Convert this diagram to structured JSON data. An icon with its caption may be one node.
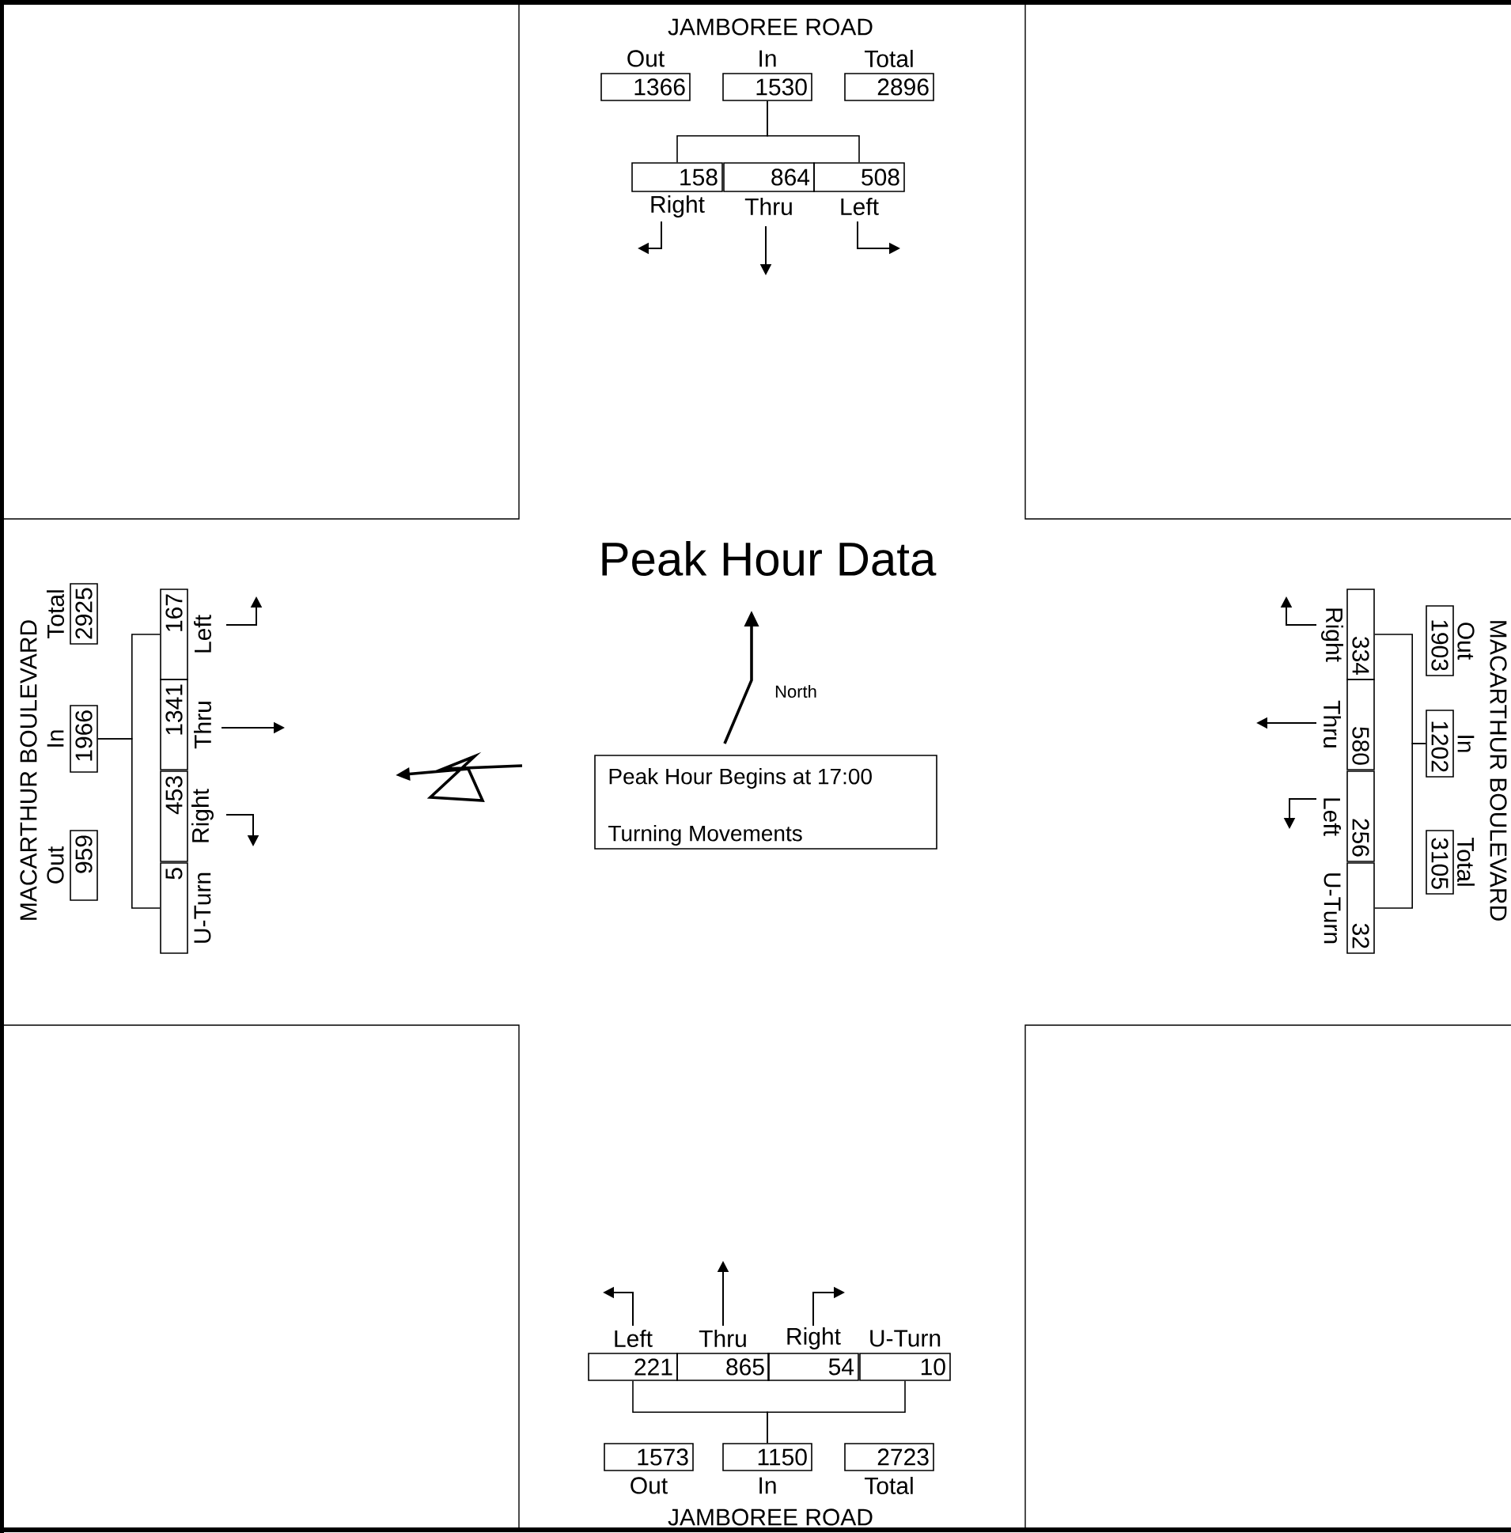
{
  "diagram": {
    "title": "Peak Hour Data",
    "nodes": [
      {
        "text": [
          "Peak Hour Begins at 17:00",
          "Turning Movements"
        ]
      },
      {
        "text": [
          "Out",
          "1366"
        ]
      },
      {
        "text": [
          "In",
          "1530"
        ]
      },
      {
        "text": [
          "Total",
          "2896"
        ]
      },
      {
        "text": [
          "158",
          "Right"
        ]
      },
      {
        "text": [
          "864",
          "Thru"
        ]
      },
      {
        "text": [
          "508",
          "Left"
        ]
      },
      {
        "text": [
          "Out",
          "959"
        ]
      },
      {
        "text": [
          "In",
          "1966"
        ]
      },
      {
        "text": [
          "Total",
          "2925"
        ]
      },
      {
        "text": [
          "U-Turn",
          "5"
        ]
      },
      {
        "text": [
          "Right",
          "453"
        ]
      },
      {
        "text": [
          "Thru",
          "1341"
        ]
      },
      {
        "text": [
          "Left",
          "167"
        ]
      },
      {
        "text": [
          "Out",
          "1903"
        ]
      },
      {
        "text": [
          "In",
          "1202"
        ]
      },
      {
        "text": [
          "Total",
          "3105"
        ]
      },
      {
        "text": [
          "Right",
          "334"
        ]
      },
      {
        "text": [
          "Thru",
          "580"
        ]
      },
      {
        "text": [
          "Left",
          "256"
        ]
      },
      {
        "text": [
          "U-Turn",
          "32"
        ]
      },
      {
        "text": [
          "Left",
          "221"
        ]
      },
      {
        "text": [
          "Thru",
          "865"
        ]
      },
      {
        "text": [
          "Right",
          "54"
        ]
      },
      {
        "text": [
          "U-Turn",
          "10"
        ]
      },
      {
        "text": [
          "1573",
          "Out"
        ]
      },
      {
        "text": [
          "1150",
          "In"
        ]
      },
      {
        "text": [
          "2723",
          "Total"
        ]
      }
    ],
    "edges": [
      {
        "from": 2,
        "to": 4,
        "arrow": "none"
      },
      {
        "from": 2,
        "to": 6,
        "arrow": "none"
      },
      {
        "from": 8,
        "to": 10,
        "arrow": "none"
      },
      {
        "from": 8,
        "to": 13,
        "arrow": "none"
      },
      {
        "from": 15,
        "to": 17,
        "arrow": "none"
      },
      {
        "from": 15,
        "to": 20,
        "arrow": "none"
      },
      {
        "from": 26,
        "to": 21,
        "arrow": "none"
      },
      {
        "from": 26,
        "to": 24,
        "arrow": "none"
      }
    ],
    "labels": [
      "JAMBOREE ROAD",
      "MACARTHUR BOULEVARD",
      "North",
      "MACARTHUR BOULEVARD",
      "JAMBOREE ROAD"
    ]
  }
}
